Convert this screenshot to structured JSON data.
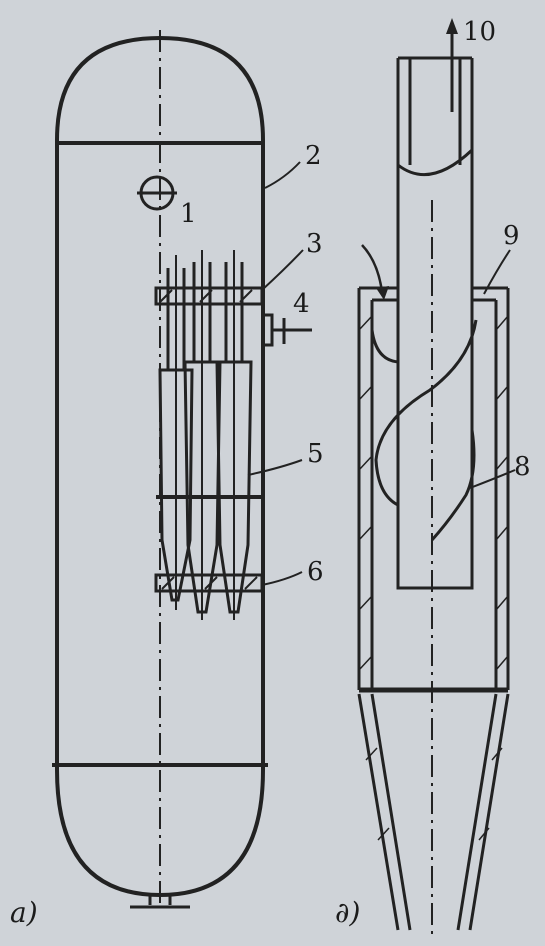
{
  "figure": {
    "panel_a": {
      "caption": "a)",
      "labels": [
        "1",
        "2",
        "3",
        "4",
        "5",
        "6"
      ]
    },
    "panel_b": {
      "caption": "∂)",
      "labels": [
        "8",
        "9",
        "10"
      ]
    }
  },
  "colors": {
    "background": "#cfd3d8",
    "ink": "#222222"
  }
}
